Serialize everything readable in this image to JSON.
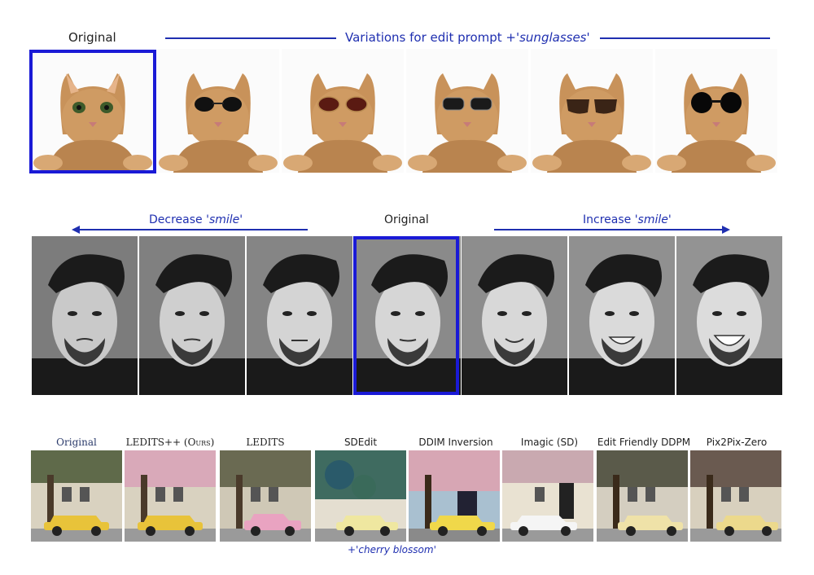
{
  "row1": {
    "original_label": "Original",
    "variations_prefix": "Variations for edit prompt +'",
    "variations_term": "sunglasses",
    "variations_suffix": "'"
  },
  "row2": {
    "decrease_prefix": "Decrease '",
    "decrease_term": "smile",
    "decrease_suffix": "'",
    "original_label": "Original",
    "increase_prefix": "Increase '",
    "increase_term": "smile",
    "increase_suffix": "'"
  },
  "row3": {
    "labels": [
      "Original",
      "LEDITS++ (Ours)",
      "LEDITS",
      "SDEdit",
      "DDIM Inversion",
      "Imagic (SD)",
      "Edit Friendly DDPM",
      "Pix2Pix-Zero"
    ],
    "prompt_prefix": "+'",
    "prompt_term": "cherry blossom",
    "prompt_suffix": "'"
  },
  "colors": {
    "accent_blue": "#1f2fb0",
    "frame_blue": "#1a1ad6"
  }
}
